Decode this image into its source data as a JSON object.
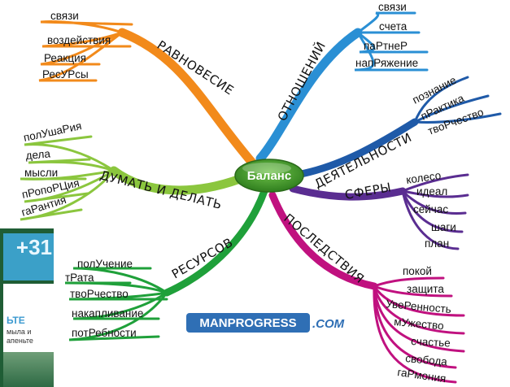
{
  "center": {
    "label": "Баланс"
  },
  "branches": {
    "ravnovesie": {
      "label": "РАВНОВЕСИЕ",
      "color": "#f28a1b",
      "items": [
        "связи",
        "воздействия",
        "Реакция",
        "РесУРсы"
      ]
    },
    "otnosheniy": {
      "label": "ОТНОШЕНИЙ",
      "color": "#2a8fd4",
      "items": [
        "связи",
        "счета",
        "паРтнеР",
        "напРяжение"
      ]
    },
    "deyatelnosti": {
      "label": "ДЕЯТЕЛЬНОСТИ",
      "color": "#1f5aa8",
      "items": [
        "познание",
        "пРактика",
        "твоРчество"
      ]
    },
    "dumat": {
      "label": "ДУМАТЬ И ДЕЛАТЬ",
      "color": "#8bc63e",
      "items": [
        "полУшаРия",
        "дела",
        "мысли",
        "пРопоРЦия",
        "гаРантия"
      ]
    },
    "sfery": {
      "label": "СФЕРЫ",
      "color": "#5a2d91",
      "items": [
        "колесо",
        "идеал",
        "сейчас",
        "шаги",
        "план"
      ]
    },
    "resursov": {
      "label": "РЕСУРСОВ",
      "color": "#1fa03a",
      "items": [
        "полУчение",
        "тРата",
        "твоРчество",
        "накапливание",
        "потРебности"
      ]
    },
    "posledstviya": {
      "label": "ПОСЛЕДСТВИЯ",
      "color": "#c0117f",
      "items": [
        "покой",
        "защита",
        "УвеРенность",
        "мУжество",
        "счастье",
        "свобода",
        "гаРмония"
      ]
    }
  },
  "watermark": {
    "main": "MANPROGRESS",
    "suffix": ".COM"
  },
  "ad": {
    "number": "+31",
    "headline": "ЬТЕ",
    "line1": "мыла и",
    "line2": "апеньте"
  }
}
